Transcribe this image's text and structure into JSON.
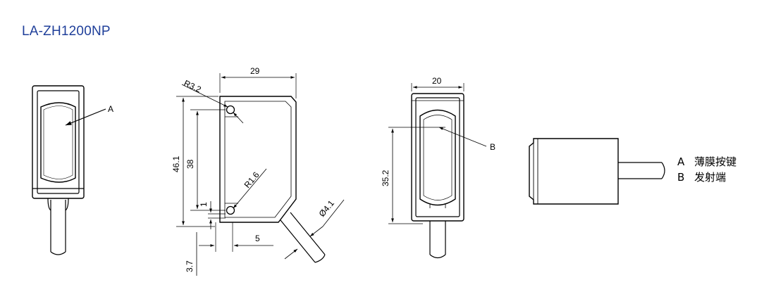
{
  "title": "LA-ZH1200NP",
  "dimensions": {
    "d29": "29",
    "r32": "R3.2",
    "d461": "46.1",
    "d38": "38",
    "r16": "R1.6",
    "d1": "1",
    "d5": "5",
    "d37": "3.7",
    "phi41": "Ø4.1",
    "d20": "20",
    "d352": "35.2"
  },
  "callouts": {
    "a": "A",
    "b": "B"
  },
  "legend": [
    {
      "key": "A",
      "text": "薄膜按键"
    },
    {
      "key": "B",
      "text": "发射端"
    }
  ]
}
